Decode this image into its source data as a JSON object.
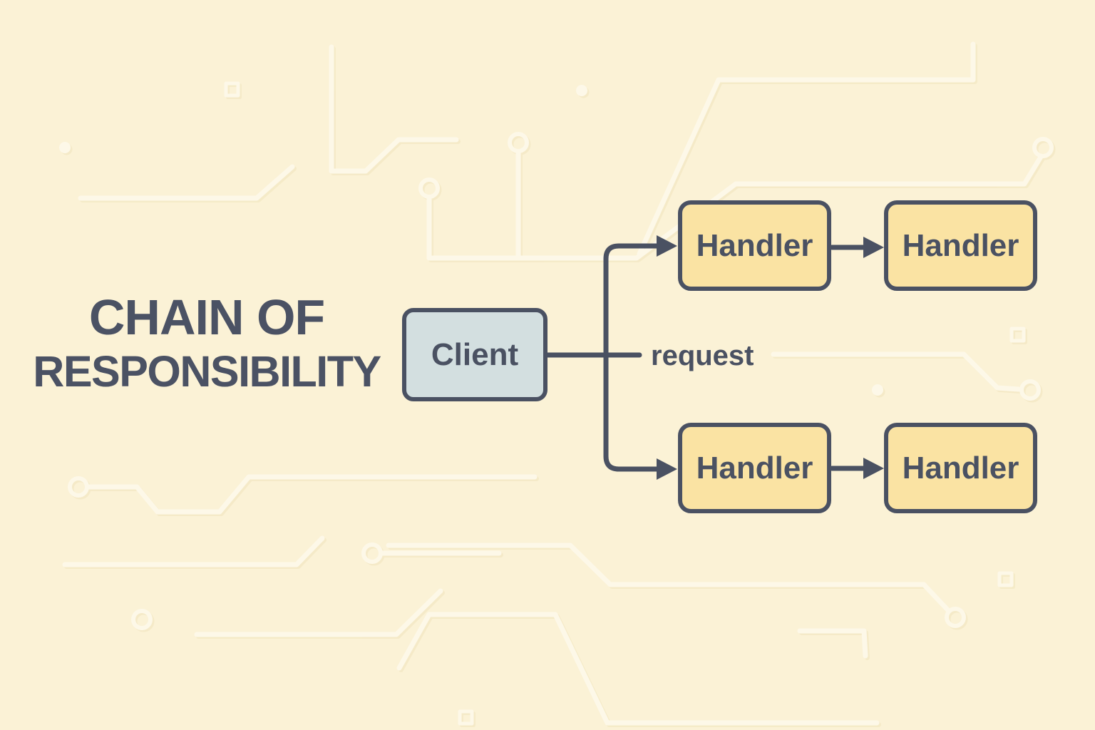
{
  "title": {
    "line1": "CHAIN OF",
    "line2": "RESPONSIBILITY"
  },
  "client": {
    "label": "Client"
  },
  "handlers": [
    {
      "label": "Handler"
    },
    {
      "label": "Handler"
    },
    {
      "label": "Handler"
    },
    {
      "label": "Handler"
    }
  ],
  "edge": {
    "label": "request"
  },
  "colors": {
    "background": "#fbf2d6",
    "ink": "#4a5162",
    "handler_fill": "#fae3a3",
    "client_fill": "#d3dfe0",
    "pattern_light": "#fdf8e8",
    "pattern_shadow": "#eee0b4"
  }
}
